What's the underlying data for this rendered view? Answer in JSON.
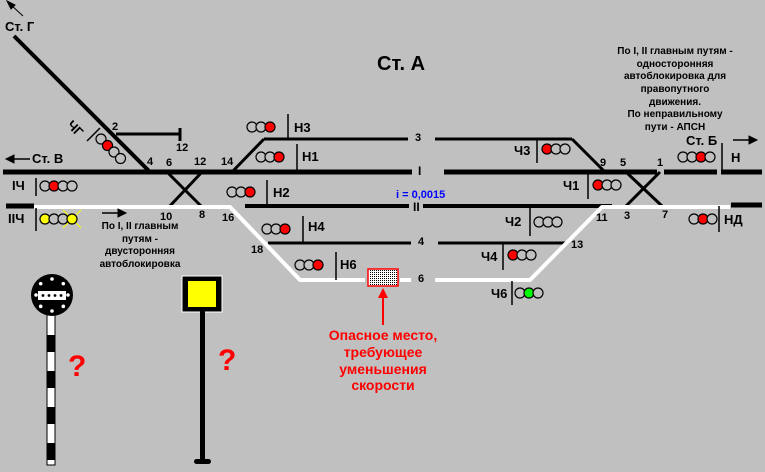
{
  "title": "Ст. А",
  "stations": {
    "g": "Ст. Г",
    "v": "Ст. В",
    "b": "Ст. Б"
  },
  "tracks": {
    "t3": "3",
    "tI": "I",
    "tII": "II",
    "t4": "4",
    "t6": "6"
  },
  "gradient": "i = 0,0015",
  "switches": {
    "s2": "2",
    "s12a": "12",
    "s4": "4",
    "s6": "6",
    "s12": "12",
    "s14": "14",
    "s10": "10",
    "s8": "8",
    "s16": "16",
    "s18": "18",
    "s9": "9",
    "s5": "5",
    "s1": "1",
    "s11": "11",
    "s3": "3",
    "s7": "7",
    "s13": "13"
  },
  "signals": {
    "ChG": {
      "label": "ЧГ",
      "lamps": [
        "#c0c0c0",
        "#ff0000",
        "#c0c0c0",
        "#c0c0c0"
      ]
    },
    "IChr": {
      "label": "IЧ",
      "lamps": [
        "#c0c0c0",
        "#ff0000",
        "#c0c0c0",
        "#c0c0c0"
      ]
    },
    "IICh": {
      "label": "IIЧ",
      "lamps": [
        "#ffff00",
        "#c0c0c0",
        "#c0c0c0",
        "#ffff00"
      ]
    },
    "N3": {
      "label": "Н3",
      "lamps": [
        "#c0c0c0",
        "#c0c0c0",
        "#ff0000"
      ]
    },
    "N1": {
      "label": "Н1",
      "lamps": [
        "#c0c0c0",
        "#c0c0c0",
        "#ff0000"
      ]
    },
    "N2": {
      "label": "Н2",
      "lamps": [
        "#c0c0c0",
        "#c0c0c0",
        "#ff0000"
      ]
    },
    "N4": {
      "label": "Н4",
      "lamps": [
        "#c0c0c0",
        "#c0c0c0",
        "#ff0000"
      ]
    },
    "N6": {
      "label": "Н6",
      "lamps": [
        "#c0c0c0",
        "#c0c0c0",
        "#ff0000"
      ]
    },
    "Ch3": {
      "label": "Ч3",
      "lamps": [
        "#ff0000",
        "#c0c0c0",
        "#c0c0c0"
      ]
    },
    "Ch1": {
      "label": "Ч1",
      "lamps": [
        "#ff0000",
        "#c0c0c0",
        "#c0c0c0"
      ]
    },
    "Ch2": {
      "label": "Ч2",
      "lamps": [
        "#c0c0c0",
        "#c0c0c0",
        "#c0c0c0"
      ]
    },
    "Ch4": {
      "label": "Ч4",
      "lamps": [
        "#ff0000",
        "#c0c0c0",
        "#c0c0c0"
      ]
    },
    "Ch6": {
      "label": "Ч6",
      "lamps": [
        "#c0c0c0",
        "#00ff00",
        "#c0c0c0"
      ]
    },
    "N": {
      "label": "Н",
      "lamps": [
        "#c0c0c0",
        "#c0c0c0",
        "#ff0000",
        "#c0c0c0"
      ]
    },
    "ND": {
      "label": "НД",
      "lamps": [
        "#c0c0c0",
        "#ff0000",
        "#c0c0c0"
      ]
    }
  },
  "notes": {
    "left": [
      "По I,  II главным",
      "путям -",
      "двусторонняя",
      "автоблокировка"
    ],
    "right": [
      "По I, II главным путям -",
      "односторонняя",
      "автоблокировка для",
      "правопутного",
      "движения.",
      "По неправильному",
      "пути - АПСН"
    ],
    "danger": [
      "Опасное место,",
      "требующее",
      "уменьшения",
      "скорости"
    ]
  },
  "question_marks": [
    "?",
    "?"
  ],
  "colors": {
    "background": "#c0c0c0",
    "route": "#ffffff",
    "danger": "#ff0000",
    "gradient": "#0000ff",
    "yellow": "#ffff00"
  }
}
